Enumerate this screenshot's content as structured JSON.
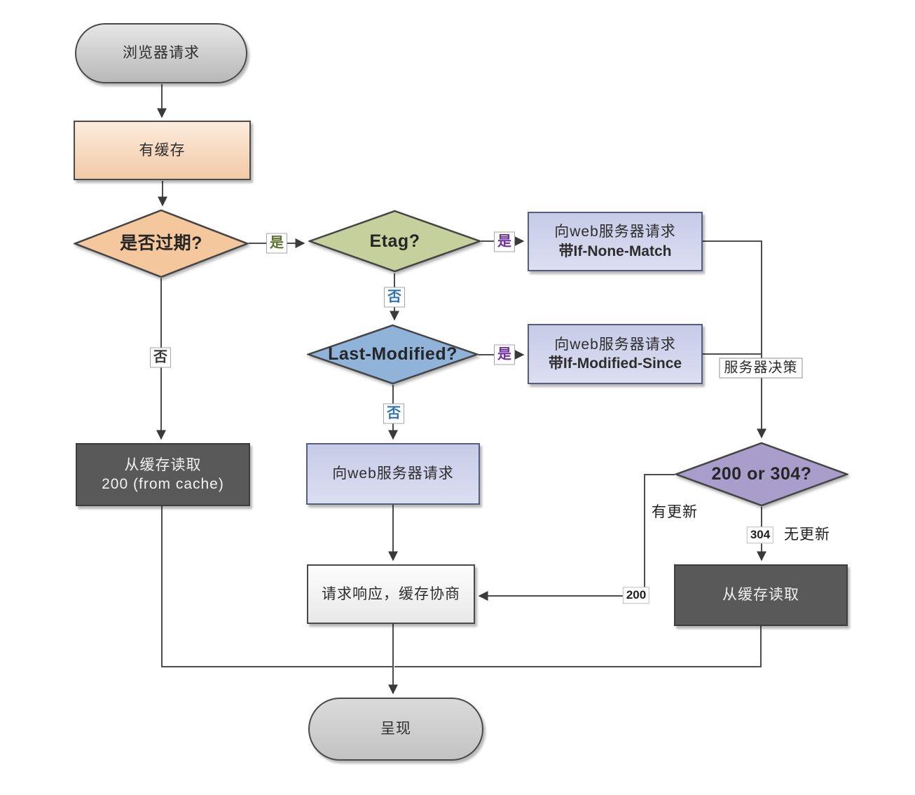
{
  "diagram": {
    "nodes": {
      "start": {
        "label": "浏览器请求"
      },
      "has_cache": {
        "label": "有缓存"
      },
      "is_expired": {
        "label": "是否过期?"
      },
      "etag": {
        "label": "Etag?"
      },
      "req_if_none_match": {
        "line1": "向web服务器请求",
        "line2": "带If-None-Match"
      },
      "last_modified": {
        "label": "Last-Modified?"
      },
      "req_if_modified_since": {
        "line1": "向web服务器请求",
        "line2": "带If-Modified-Since"
      },
      "req_web": {
        "label": "向web服务器请求"
      },
      "read_cache_left": {
        "line1": "从缓存读取",
        "line2": "200 (from cache)"
      },
      "status_200_or_304": {
        "label": "200 or 304?"
      },
      "read_cache_right": {
        "label": "从缓存读取"
      },
      "response_negotiate": {
        "label": "请求响应，缓存协商"
      },
      "render": {
        "label": "呈现"
      }
    },
    "edge_labels": {
      "yes_expired": "是",
      "yes_etag": "是",
      "no_etag": "否",
      "yes_last_modified": "是",
      "no_last_modified": "否",
      "no_expired": "否",
      "server_decision": "服务器决策",
      "code_304": "304",
      "no_update": "无更新",
      "has_update": "有更新",
      "code_200": "200"
    },
    "colors": {
      "terminal_fill": "#c9c9c9",
      "has_cache_fill": "#f5d2b2",
      "expired_diamond_fill": "#f4c79c",
      "etag_diamond_fill": "#c6d09c",
      "last_modified_diamond_fill": "#8fb3d9",
      "status_diamond_fill": "#a89dcb",
      "request_box_fill": "#ced2ec",
      "dark_box_fill": "#595959",
      "yes_green": "#5f7030",
      "yes_purple": "#7030a0",
      "no_blue": "#2e75b6",
      "line": "#4d4d4d"
    }
  }
}
